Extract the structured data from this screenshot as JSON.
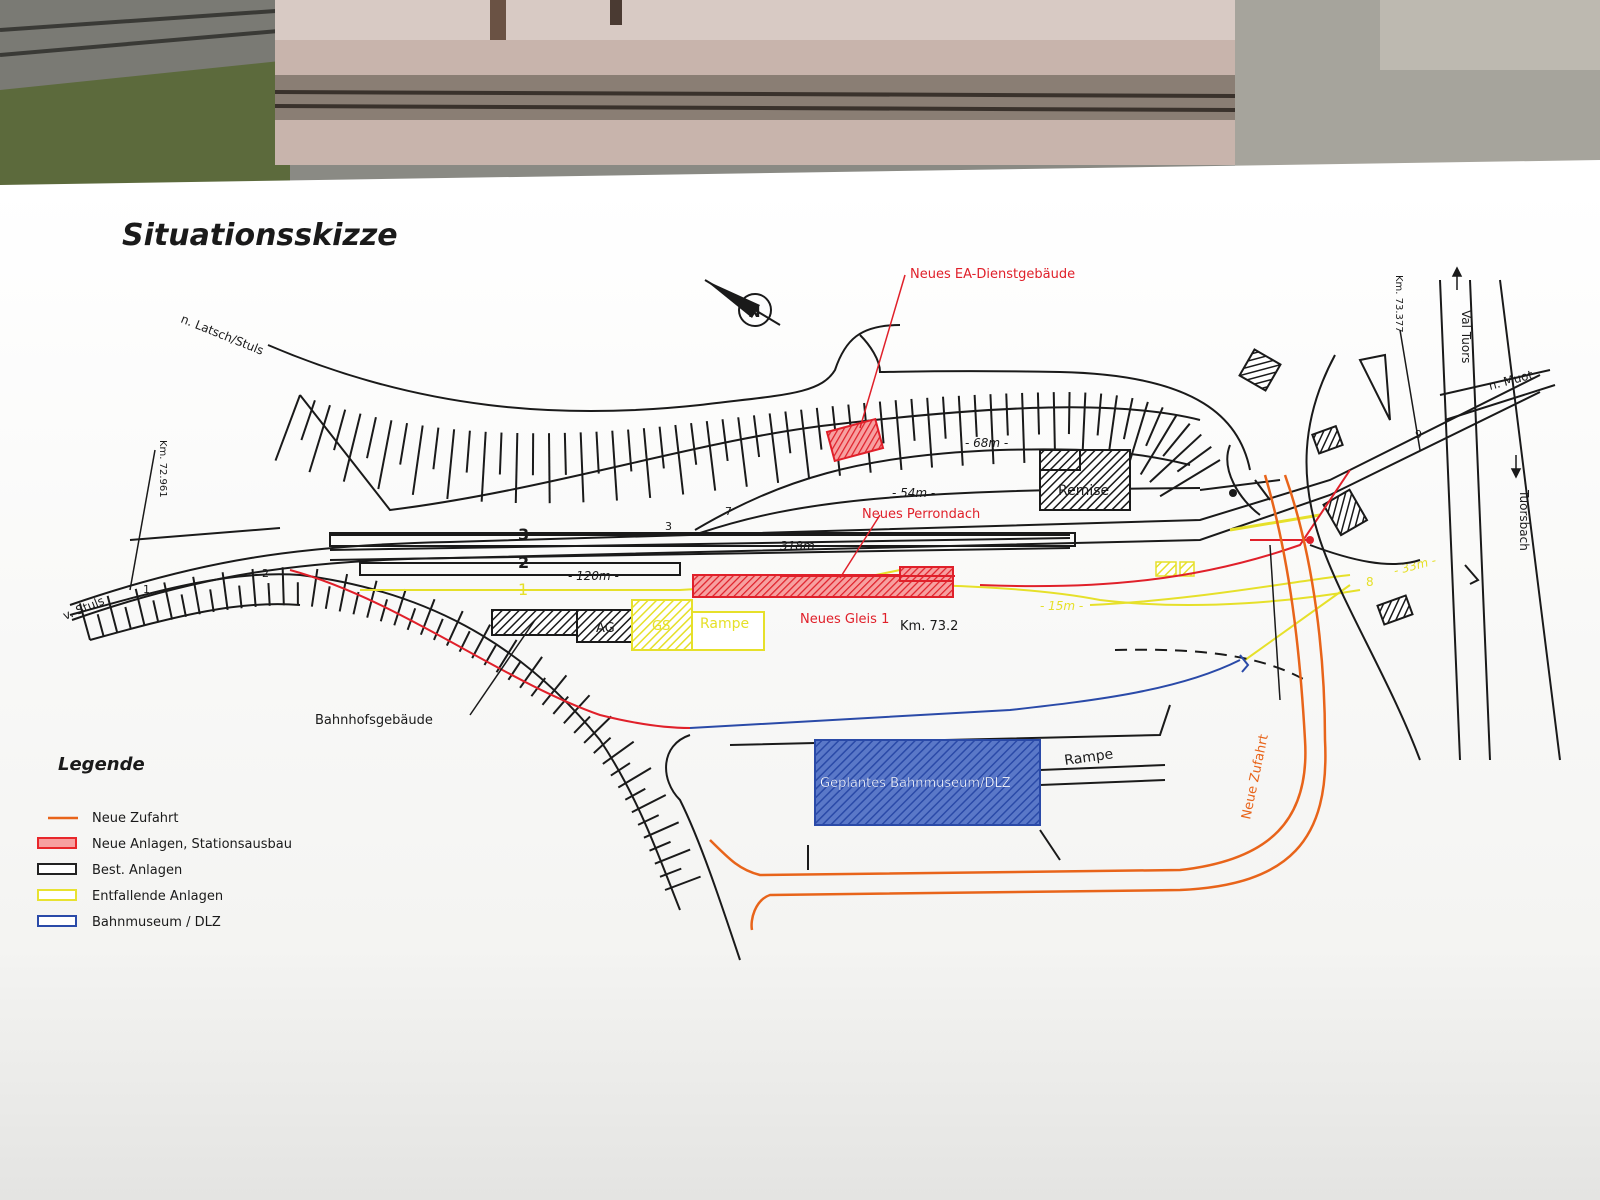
{
  "title": "Situationsskizze",
  "labels": {
    "neues_ea": "Neues EA-Dienstgebäude",
    "neues_perrondach": "Neues Perrondach",
    "neues_gleis": "Neues Gleis 1",
    "km_73_2": "Km. 73.2",
    "km_72_961": "Km. 72.961",
    "km_73_377": "Km. 73.377",
    "remise": "Remise",
    "bahnhofsgebaeude": "Bahnhofsgebäude",
    "rampe_yellow": "Rampe",
    "rampe_lower": "Rampe",
    "ag": "AG",
    "gs": "GS",
    "museum": "Geplantes Bahnmuseum/DLZ",
    "neue_zufahrt": "Neue Zufahrt",
    "latsch": "n. Latsch/Stuls",
    "stuls": "v. Stuls",
    "muot": "n. Muot",
    "val_tuors": "Val Tuors",
    "tuorsbach": "Tuorsbach",
    "track1": "1",
    "track2": "2",
    "track3": "3",
    "sw1": "1",
    "sw2": "2",
    "sw3": "3",
    "sw7": "7",
    "sw8": "8",
    "sw9": "9",
    "d68": "- 68m -",
    "d54": "- 54m -",
    "d318": "- 318m -",
    "d120": "- 120m -",
    "d15": "- 15m -",
    "d33": "- 33m -"
  },
  "legend": {
    "title": "Legende",
    "items": [
      {
        "label": "Neue Zufahrt",
        "color": "#e8641a",
        "kind": "line"
      },
      {
        "label": "Neue Anlagen, Stationsausbau",
        "color": "#e8262a",
        "kind": "box"
      },
      {
        "label": "Best. Anlagen",
        "color": "#222222",
        "kind": "box"
      },
      {
        "label": "Entfallende Anlagen",
        "color": "#e8e230",
        "kind": "box"
      },
      {
        "label": "Bahnmuseum / DLZ",
        "color": "#2a4aa8",
        "kind": "box"
      }
    ]
  },
  "colors": {
    "red": "#e0202a",
    "orange": "#e8641a",
    "yellow": "#e6e02a",
    "blue": "#2a4aa8",
    "black": "#1a1a1a"
  }
}
